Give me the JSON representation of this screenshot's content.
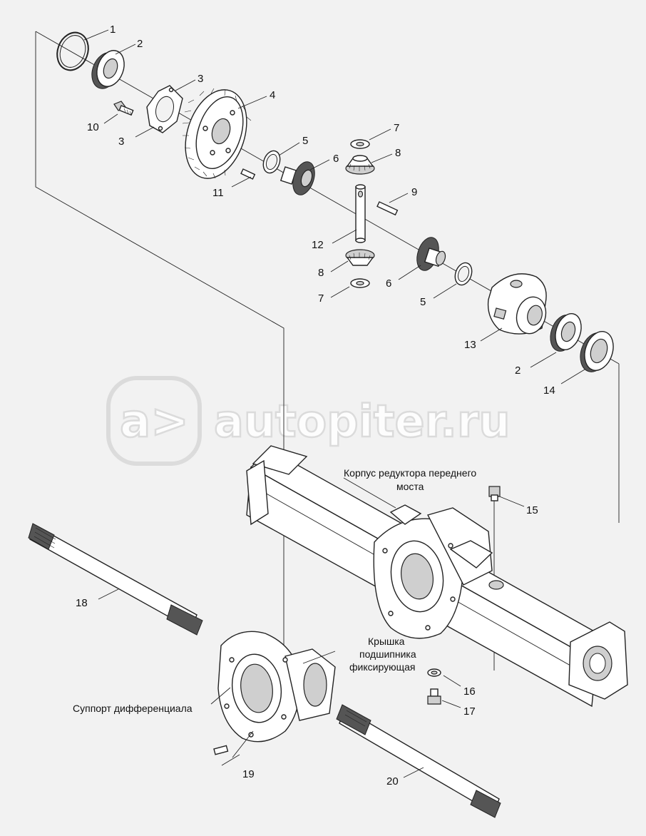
{
  "watermark": "autopiter.ru",
  "callouts": {
    "n1": "1",
    "n2a": "2",
    "n3a": "3",
    "n3b": "3",
    "n4": "4",
    "n5a": "5",
    "n6a": "6",
    "n7a": "7",
    "n8a": "8",
    "n9": "9",
    "n10": "10",
    "n11": "11",
    "n12": "12",
    "n8b": "8",
    "n7b": "7",
    "n6b": "6",
    "n5b": "5",
    "n13": "13",
    "n2b": "2",
    "n14": "14",
    "n15": "15",
    "n16": "16",
    "n17": "17",
    "n18": "18",
    "n19": "19",
    "n20": "20"
  },
  "captions": {
    "housing_line1": "Корпус редуктора переднего",
    "housing_line2": "моста",
    "cover_line1": "Крышка",
    "cover_line2": "подшипника",
    "cover_line3": "фиксирующая",
    "support": "Суппорт дифференциала"
  }
}
